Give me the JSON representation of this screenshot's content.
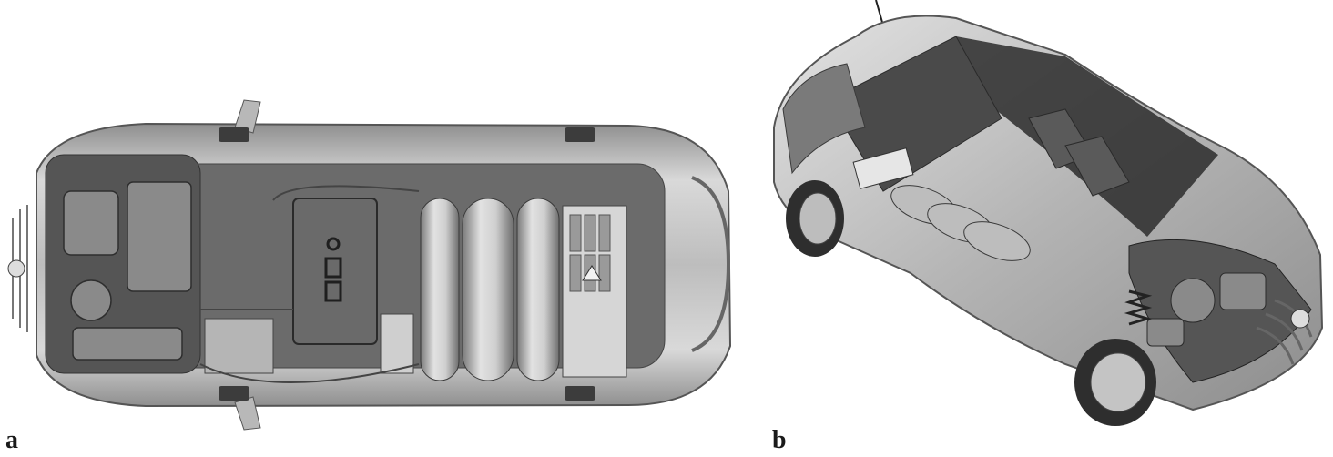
{
  "figure": {
    "panels": [
      {
        "label": "a",
        "view": "top-view"
      },
      {
        "label": "b",
        "view": "three-quarter-view"
      }
    ]
  },
  "colors": {
    "body_light": "#d6d6d6",
    "body_mid": "#a9a9a9",
    "body_dark": "#4a4a4a",
    "tank": "#c2c2c2",
    "glass": "#2b2b2b"
  }
}
